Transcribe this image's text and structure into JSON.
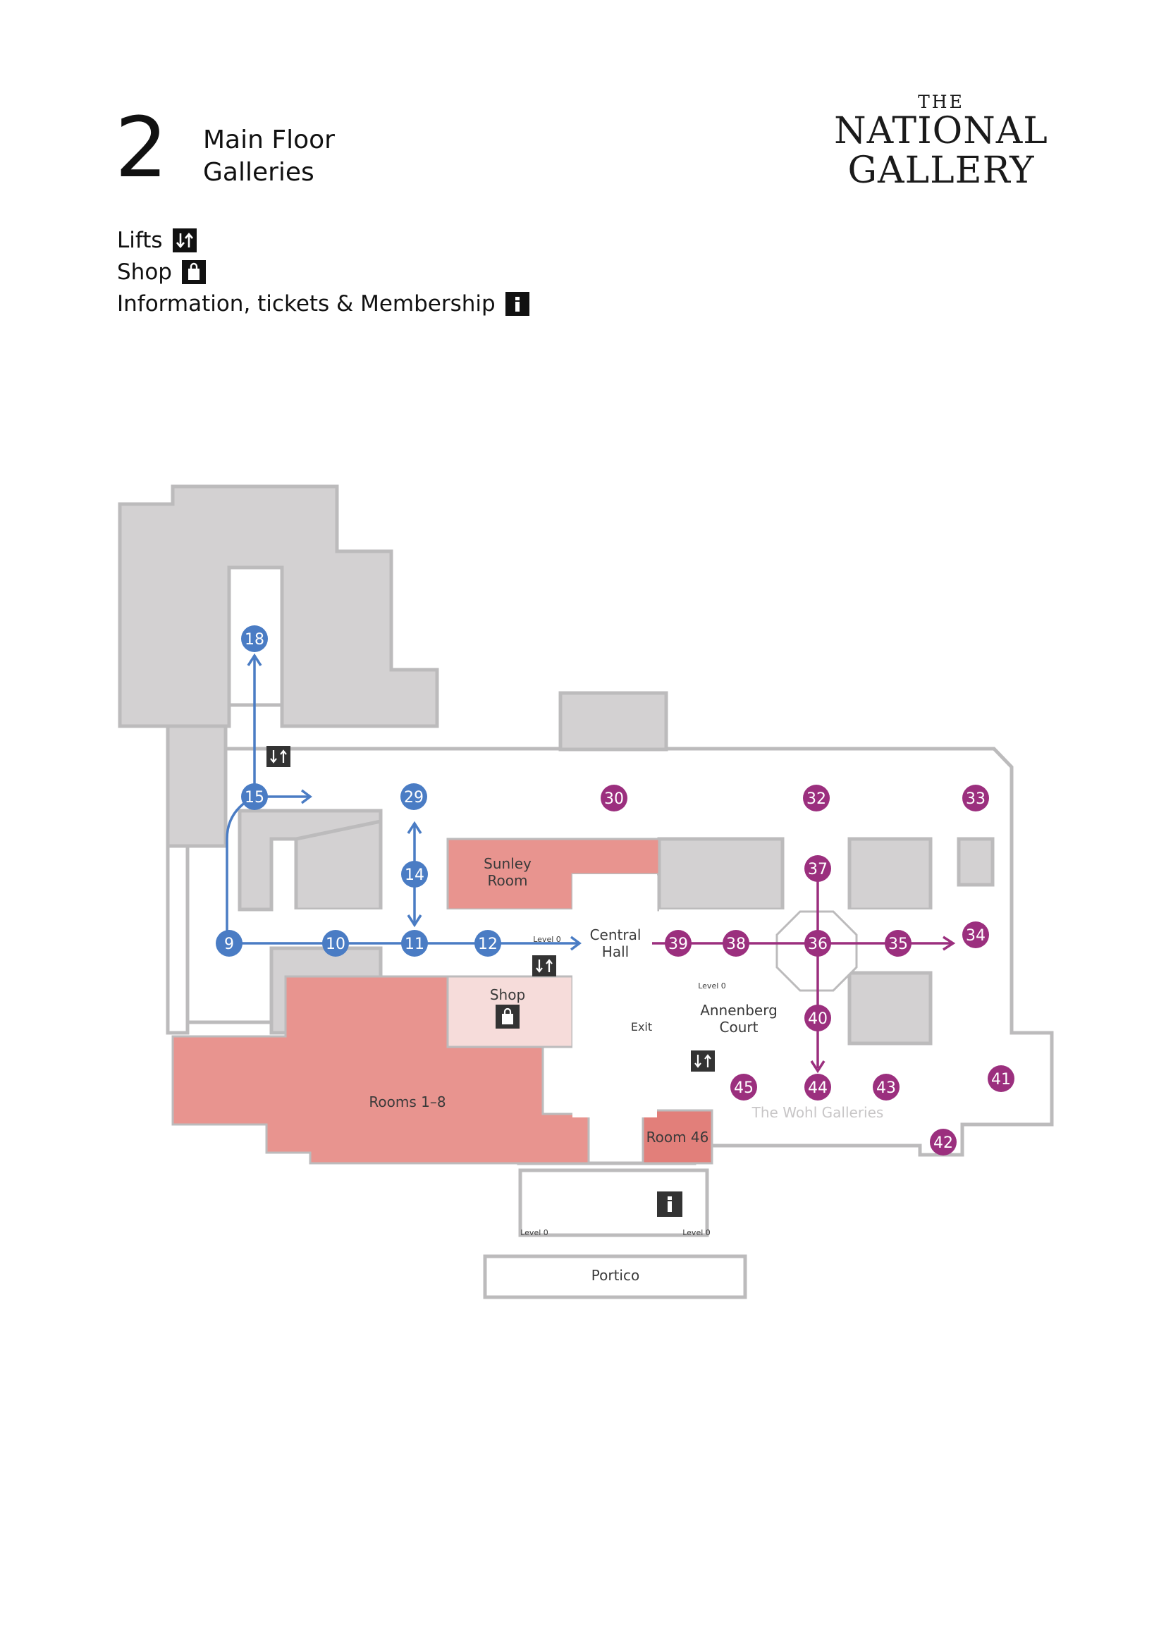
{
  "header": {
    "floor_number": "2",
    "floor_title_line1": "Main Floor",
    "floor_title_line2": "Galleries"
  },
  "logo": {
    "line1": "THE",
    "line2": "NATIONAL",
    "line3": "GALLERY"
  },
  "legend": {
    "lifts": "Lifts",
    "shop": "Shop",
    "information": "Information, tickets & Membership"
  },
  "icons": {
    "lift": "lift-icon",
    "shop": "shop-bag-icon",
    "info": "info-icon",
    "info_glyph": "i",
    "lift_glyph": "↓↑"
  },
  "colors": {
    "blue_route": "#4a7cc4",
    "purple_route": "#9b2f7e",
    "highlight_room": "#e8948f",
    "shop_room": "#f6dcda",
    "room46": "#e27f7a",
    "wall_gray": "#d3d1d2",
    "wall_outline": "#bcbbbc",
    "open_area": "#ffffff"
  },
  "map_labels": {
    "sunley_line1": "Sunley",
    "sunley_line2": "Room",
    "central_line1": "Central",
    "central_line2": "Hall",
    "shop": "Shop",
    "annenberg_line1": "Annenberg",
    "annenberg_line2": "Court",
    "exit": "Exit",
    "rooms_1_8": "Rooms 1–8",
    "room_46": "Room 46",
    "wohl": "The Wohl Galleries",
    "portico": "Portico",
    "level0_a": "Level 0",
    "level0_b": "Level 0",
    "level0_c": "Level 0",
    "level0_d": "Level 0"
  },
  "rooms_blue": [
    "18",
    "15",
    "29",
    "14",
    "9",
    "10",
    "11",
    "12"
  ],
  "rooms_purple": [
    "30",
    "32",
    "33",
    "37",
    "39",
    "38",
    "36",
    "35",
    "34",
    "40",
    "45",
    "44",
    "43",
    "41",
    "42"
  ]
}
